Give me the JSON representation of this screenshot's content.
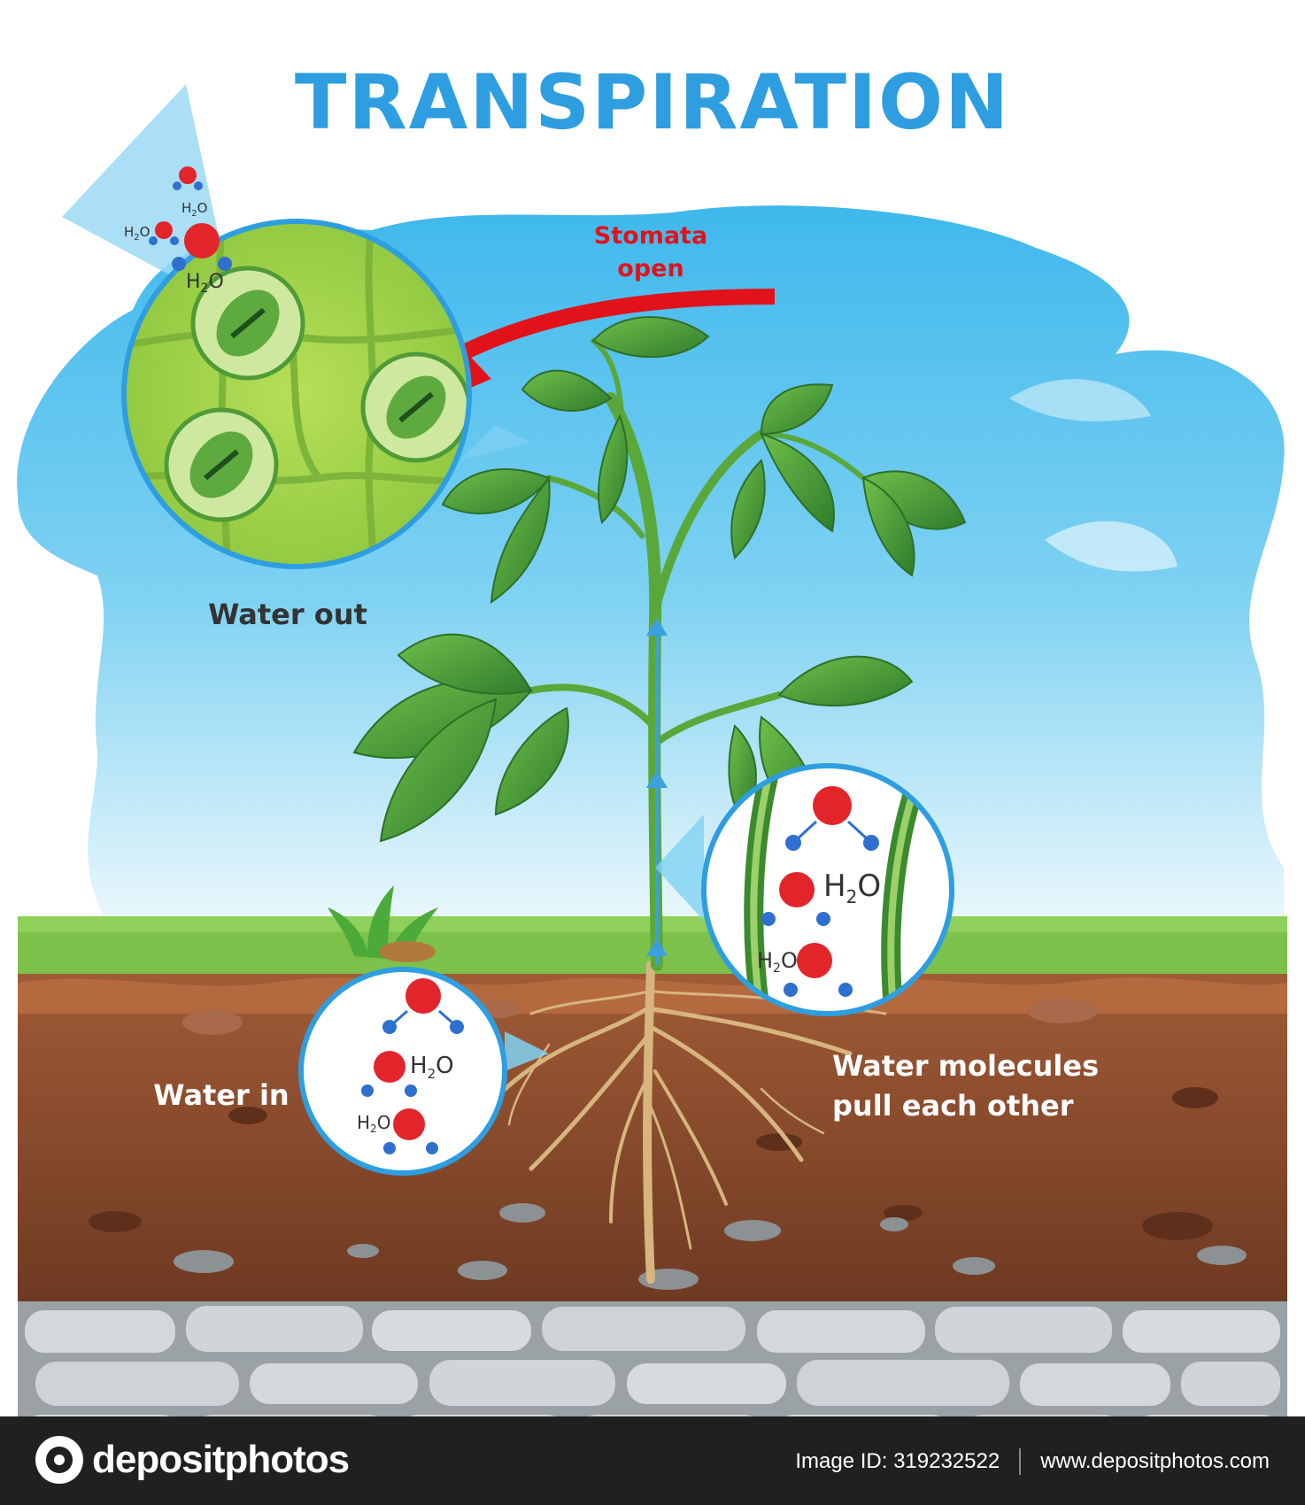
{
  "title": "TRANSPARATION_PLACEHOLDER",
  "labels": {
    "stomata_open_line1": "Stomata",
    "stomata_open_line2": "open",
    "water_out": "Water out",
    "water_in": "Water in",
    "water_molecules_line1": "Water molecules",
    "water_molecules_line2": "pull each other"
  },
  "molecule_text": {
    "h": "H",
    "sub": "2",
    "o": "O"
  },
  "colors": {
    "title": "#2e9ee0",
    "sky": "#4cc3ee",
    "grass": "#7cc24a",
    "soil": "#8a4a2d",
    "rock": "#c9cfd2",
    "arrow_red": "#e2121b",
    "oxygen": "#e2252b",
    "hydrogen": "#2f6fd0",
    "xylem_arrow": "#3aa0e0"
  },
  "footer": {
    "brand": "depositphotos",
    "image_id": "Image ID: 319232522",
    "url": "www.depositphotos.com"
  }
}
